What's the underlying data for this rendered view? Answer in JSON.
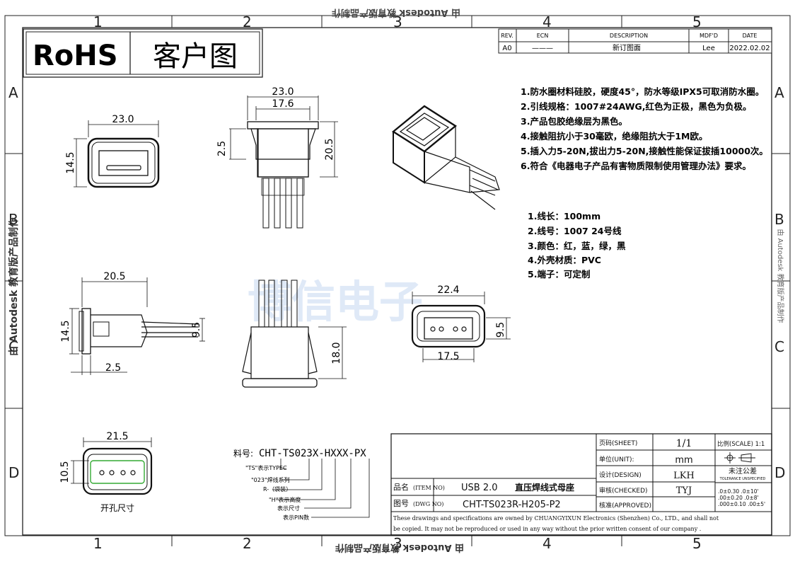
{
  "zones": {
    "columns": [
      "1",
      "2",
      "3",
      "4",
      "5"
    ],
    "rows": [
      "A",
      "B",
      "C",
      "D"
    ]
  },
  "watermark": {
    "top": "由 Autodesk 教育版产品制作",
    "bottom": "由 Autodesk 教育版产品制作",
    "left": "由 Autodesk 教育版产品制作",
    "right": "由 Autodesk 教育版产品制作",
    "center": "博信电子"
  },
  "header": {
    "rohs": "RoHS",
    "title": "客户图"
  },
  "revision": {
    "headers": [
      "REV.",
      "ECN",
      "DESCRIPTION",
      "MDF'D",
      "DATE"
    ],
    "row": [
      "A0",
      "———",
      "新订图面",
      "Lee",
      "2022.02.02"
    ]
  },
  "notes": [
    "1.防水圈材料硅胶，硬度45°，防水等级IPX5可取消防水圈。",
    "2.引线规格：1007#24AWG,红色为正极，黑色为负极。",
    "3.产品包胶绝缘层为黑色。",
    "4.接触阻抗小于30毫欧，绝缘阻抗大于1M欧。",
    "5.插入力5-20N,拔出力5-20N,接触性能保证拔插10000次。",
    "6.符合《电器电子产品有害物质限制使用管理办法》要求。"
  ],
  "wire_notes": [
    "1.线长：100mm",
    "2.线号：1007  24号线",
    "3.颜色：红，蓝，绿，黑",
    "4.外壳材质：PVC",
    "5.端子：可定制"
  ],
  "dimensions": {
    "front_width": "23.0",
    "front_height": "14.5",
    "side_outer": "23.0",
    "side_inner": "17.6",
    "side_flange": "2.5",
    "side_height": "20.5",
    "left_length": "20.5",
    "left_height": "14.5",
    "left_wire": "9.5",
    "left_flange": "2.5",
    "back_height": "18.0",
    "bottom_outer": "22.4",
    "bottom_inner": "17.5",
    "bottom_height": "9.5",
    "cutout_width": "21.5",
    "cutout_height": "10.5"
  },
  "cutout_label": "开孔尺寸",
  "part_number": {
    "prefix": "料号:",
    "code": "CHT-TS023X-HXXX-PX",
    "legend": [
      "\"TS\"表示TYPEC",
      "\"023\"焊线系列",
      "R-（袋装）",
      "\"H\"表示高度",
      "表示尺寸",
      "表示PIN数"
    ]
  },
  "title_block": {
    "item_label": "品名",
    "item_label_en": "(ITEM NO)",
    "item_value_a": "USB 2.0",
    "item_value_b": "直压焊线式母座",
    "dwg_label": "图号",
    "dwg_label_en": "(DWG NO)",
    "dwg_value": "CHT-TS023R-H205-P2",
    "sheet_label": "页码(SHEET)",
    "sheet_value": "1/1",
    "unit_label": "单位(UNIT):",
    "unit_value": "mm",
    "design_label": "设计(DESIGN)",
    "design_value": "LKH",
    "checked_label": "审核(CHECKED)",
    "checked_value": "TYJ",
    "approved_label": "核准(APPROVED)",
    "approved_value": "",
    "scale_label": "比例(SCALE) 1:1",
    "tolerance_title": "未注公差",
    "tolerance_sub": "TOLERANCE UNSPECIFIED",
    "tolerance_rows": [
      ".0±0.30  .0±10'",
      ".00±0.20  .0±8'",
      ".000±0.10 .00±5'"
    ],
    "disclaimer_1": "These drawings and specifications are owned by CHUANGYIXUN Electronics (Shenzhen) Co., LTD., and shall not",
    "disclaimer_2": "be copied. It may not be reproduced or used in any way without the prior written consent of our company ."
  }
}
